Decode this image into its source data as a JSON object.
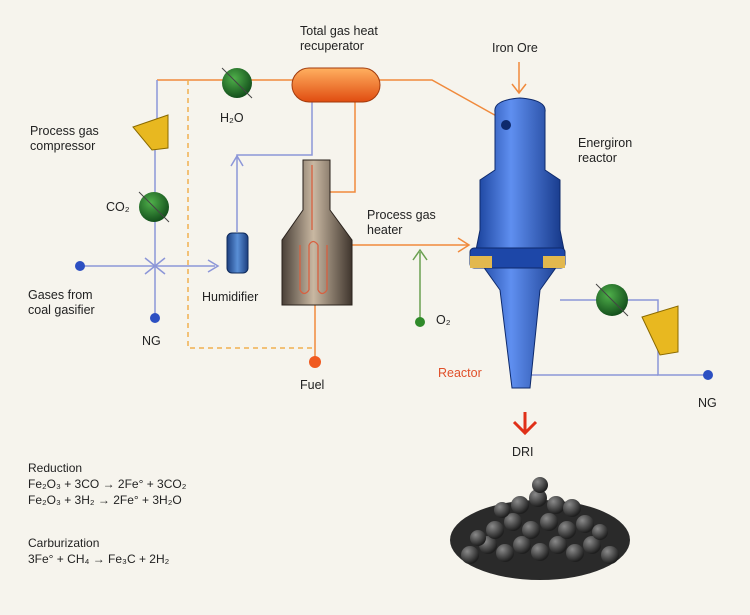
{
  "labels": {
    "total_gas_heat_recuperator_line1": "Total gas heat",
    "total_gas_heat_recuperator_line2": "recuperator",
    "iron_ore": "Iron Ore",
    "process_gas_compressor_line1": "Process gas",
    "process_gas_compressor_line2": "compressor",
    "h2o": "H₂O",
    "energiron_reactor_line1": "Energiron",
    "energiron_reactor_line2": "reactor",
    "co2": "CO₂",
    "process_gas_heater_line1": "Process gas",
    "process_gas_heater_line2": "heater",
    "gases_from_coal_gasifier_line1": "Gases from",
    "gases_from_coal_gasifier_line2": "coal gasifier",
    "humidifier": "Humidifier",
    "ng_left": "NG",
    "o2": "O₂",
    "reactor": "Reactor",
    "fuel": "Fuel",
    "ng_right": "NG",
    "dri": "DRI"
  },
  "equations": {
    "reduction_title": "Reduction",
    "reduction_1": "Fe₂O₃ + 3CO  →  2Fe° + 3CO₂",
    "reduction_2": "Fe₂O₃ + 3H₂  →  2Fe° + 3H₂O",
    "carburization_title": "Carburization",
    "carburization_1": "3Fe° + CH₄  →  Fe₃C + 2H₂"
  },
  "colors": {
    "hot_gas_line": "#f08a3c",
    "gas_line": "#8c96d8",
    "fuel_line": "#f0b050",
    "green_line": "#6aa050",
    "reactor_blue": "#2e63c8",
    "dri_arrow": "#e03018"
  }
}
